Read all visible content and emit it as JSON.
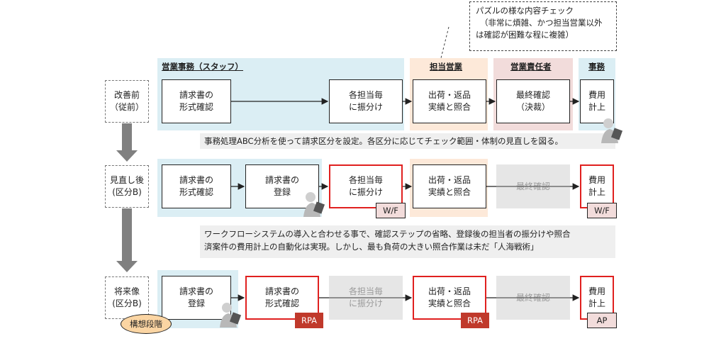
{
  "callout": {
    "line1": "パズルの様な内容チェック",
    "line2": "（非常に煩雑、かつ担当営業以外",
    "line3": "は確認が困難な程に複雑）"
  },
  "lanes": {
    "staff": "営業事務（スタッフ）",
    "sales": "担当営業",
    "manager": "営業責任者",
    "office": "事務"
  },
  "rows": {
    "before": {
      "label1": "改善前",
      "label2": "（従前）",
      "box1": [
        "請求書の",
        "形式確認"
      ],
      "box2": [
        "各担当毎",
        "に振分け"
      ],
      "box3": [
        "出荷・返品",
        "実績と照合"
      ],
      "box4": [
        "最終確認",
        "（決裁）"
      ],
      "box5": [
        "費用",
        "計上"
      ]
    },
    "after": {
      "label1": "見直し後",
      "label2": "(区分B)",
      "box1": [
        "請求書の",
        "形式確認"
      ],
      "box2": [
        "請求書の",
        "登録"
      ],
      "box3": [
        "各担当毎",
        "に振分け"
      ],
      "box4": [
        "出荷・返品",
        "実績と照合"
      ],
      "box5": [
        "最終確認"
      ],
      "box6": [
        "費用",
        "計上"
      ],
      "tag_wf1": "W/F",
      "tag_wf2": "W/F"
    },
    "future": {
      "label1": "将来像",
      "label2": "(区分B)",
      "box1": [
        "請求書の",
        "登録"
      ],
      "box2": [
        "請求書の",
        "形式確認"
      ],
      "box3": [
        "各担当毎",
        "に振分け"
      ],
      "box4": [
        "出荷・返品",
        "実績と照合"
      ],
      "box5": [
        "最終確認"
      ],
      "box6": [
        "費用",
        "計上"
      ],
      "tag_rpa1": "RPA",
      "tag_rpa2": "RPA",
      "tag_ap": "AP",
      "oval": "構想段階"
    }
  },
  "notes": {
    "note1": "事務処理ABC分析を使って請求区分を設定。各区分に応じてチェック範囲・体制の見直しを図る。",
    "note2_line1": "ワークフローシステムの導入と合わせる事で、確認ステップの省略、登録後の担当者の振分けや照合",
    "note2_line2": "済案件の費用計上の自動化は実現。しかし、最も負荷の大きい照合作業は未だ「人海戦術」"
  },
  "colors": {
    "lane_blue": "#dbeef4",
    "lane_orange": "#fde9d9",
    "lane_pink": "#f2dcdb",
    "red_border": "#e0201f",
    "rpa": "#c0392b",
    "oval": "#fbd5a3"
  }
}
